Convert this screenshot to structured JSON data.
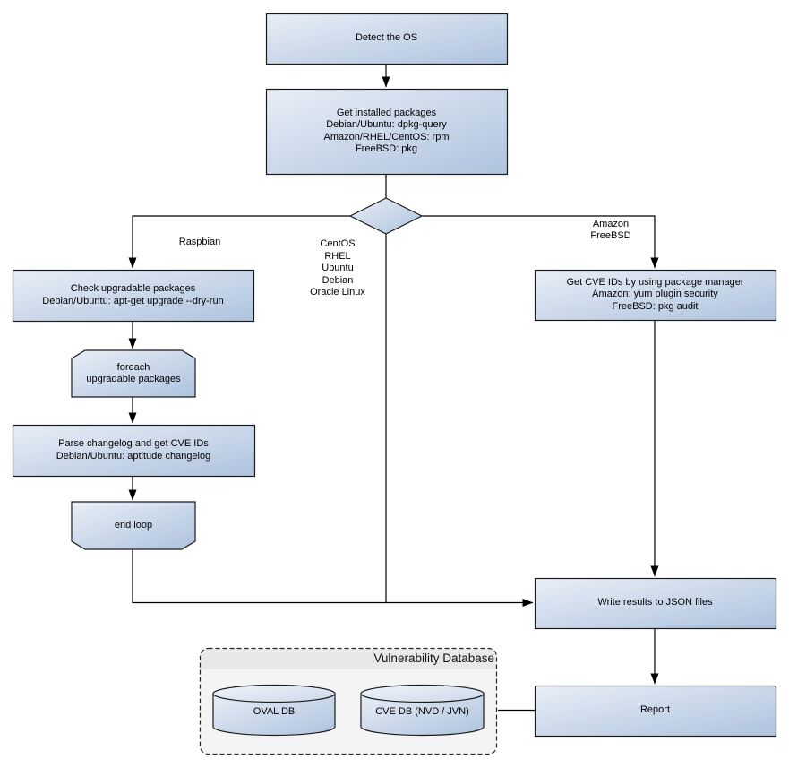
{
  "diagram": {
    "nodes": {
      "detect_os": "Detect the OS",
      "get_installed_packages": "Get installed packages\nDebian/Ubuntu: dpkg-query\nAmazon/RHEL/CentOS: rpm\nFreeBSD: pkg",
      "check_upgradable": "Check upgradable packages\nDebian/Ubuntu: apt-get upgrade --dry-run",
      "foreach_loop_start": "foreach\nupgradable packages",
      "parse_changelog": "Parse changelog and get CVE IDs\nDebian/Ubuntu: aptitude changelog",
      "end_loop": "end loop",
      "get_cve_ids": "Get CVE IDs by using package manager\nAmazon: yum plugin security\nFreeBSD: pkg audit",
      "write_results": "Write results to JSON files",
      "report": "Report"
    },
    "branch_labels": {
      "left": "Raspbian",
      "middle": "CentOS\nRHEL\nUbuntu\nDebian\nOracle Linux",
      "right": "Amazon\nFreeBSD"
    },
    "vulnerability_database": {
      "title": "Vulnerability Database",
      "stores": [
        "OVAL DB",
        "CVE DB (NVD / JVN)"
      ]
    },
    "colors": {
      "node_gradient_start": "#e9eef7",
      "node_gradient_end": "#aec3de",
      "cyl_top_start": "#f0f4fa",
      "cyl_top_end": "#ccd9ea",
      "node_border": "#1a1a1a",
      "connector": "#000000",
      "db_container_fill": "#f4f4f4",
      "db_header_fill": "#e8e8e8"
    }
  }
}
